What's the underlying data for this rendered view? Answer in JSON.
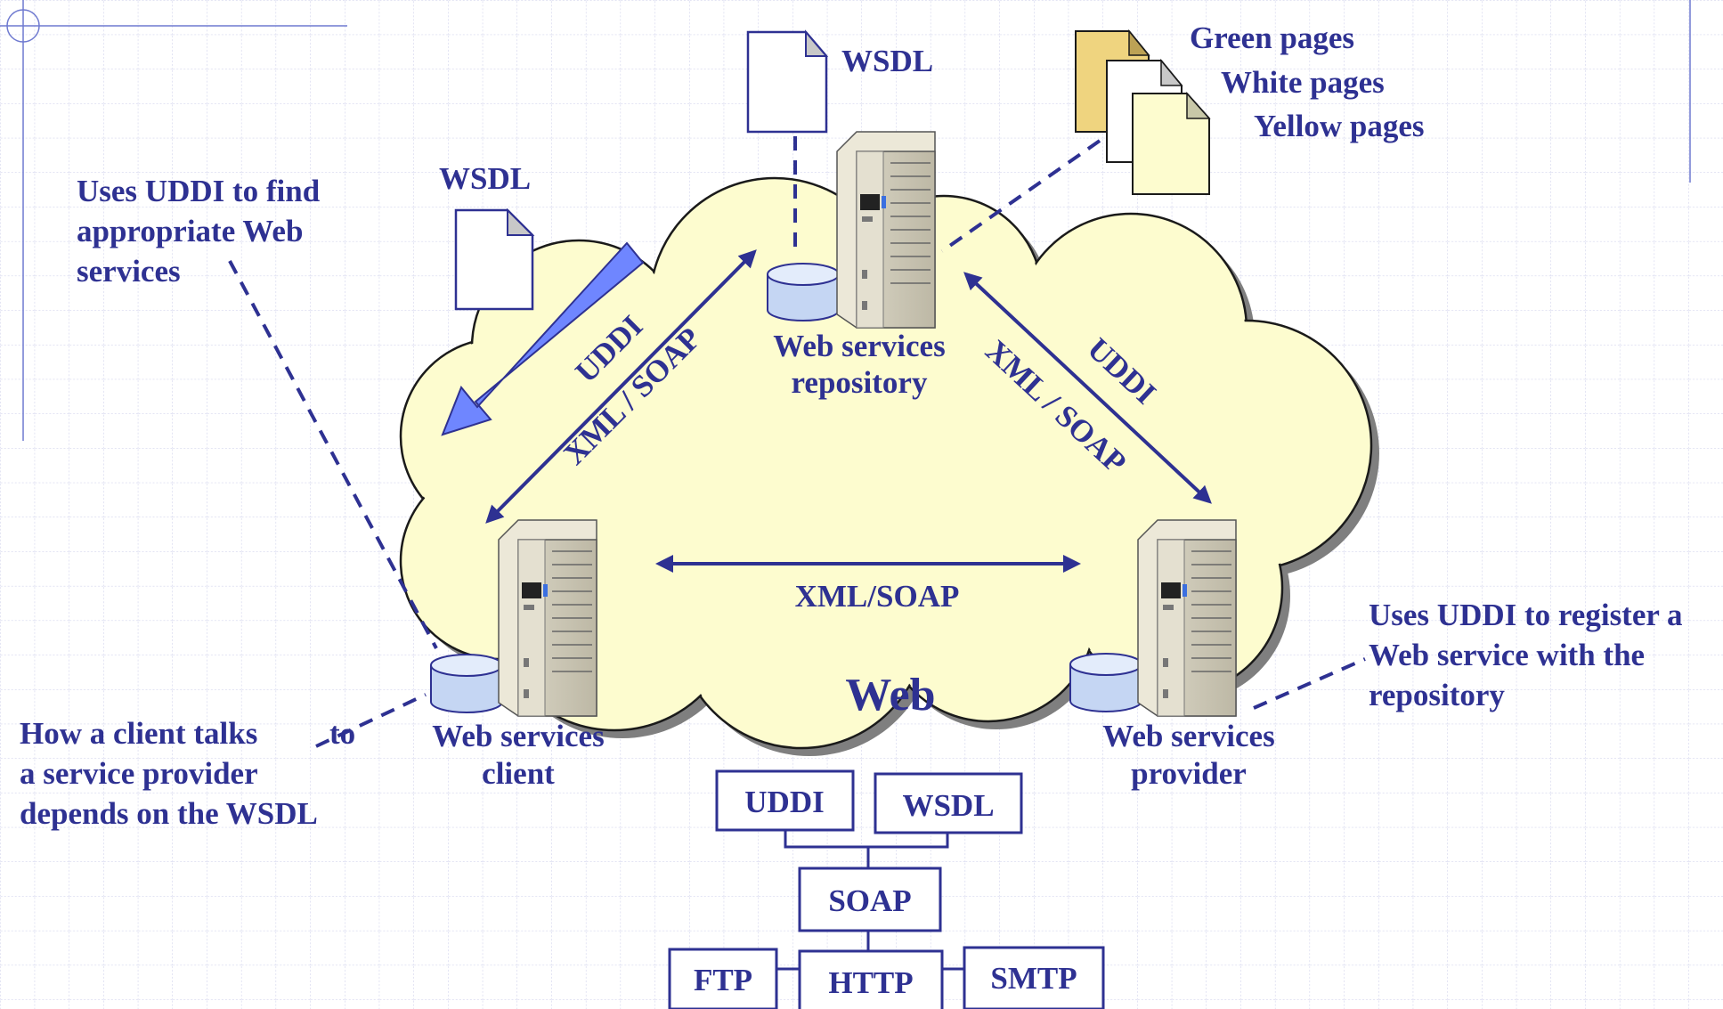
{
  "colors": {
    "text": "#2e3192",
    "cloud_fill": "#fdfccf",
    "grid": "#c7c9e8",
    "arrow_blue": "#6f86ff",
    "doc_yellow": "#efd47f",
    "doc_pale": "#fdfccf"
  },
  "labels": {
    "wsdl_top": "WSDL",
    "wsdl_left": "WSDL",
    "green_pages": "Green pages",
    "white_pages": "White pages",
    "yellow_pages": "Yellow pages",
    "repository_line1": "Web services",
    "repository_line2": "repository",
    "client_line1": "Web services",
    "client_line2": "client",
    "provider_line1": "Web services",
    "provider_line2": "provider",
    "web": "Web",
    "xml_soap_horizontal": "XML/SOAP",
    "uddi_left": "UDDI",
    "xml_soap_left": "XML / SOAP",
    "uddi_right": "UDDI",
    "xml_soap_right": "XML / SOAP",
    "find_note": [
      "Uses UDDI to find",
      "appropriate Web",
      "services"
    ],
    "register_note": [
      "Uses UDDI to register a",
      "Web service with the",
      "repository"
    ],
    "client_note": [
      "How a client talks",
      "to",
      "a service provider",
      "depends on the WSDL"
    ]
  },
  "stack": {
    "uddi": "UDDI",
    "wsdl": "WSDL",
    "soap": "SOAP",
    "ftp": "FTP",
    "http": "HTTP",
    "smtp": "SMTP"
  }
}
